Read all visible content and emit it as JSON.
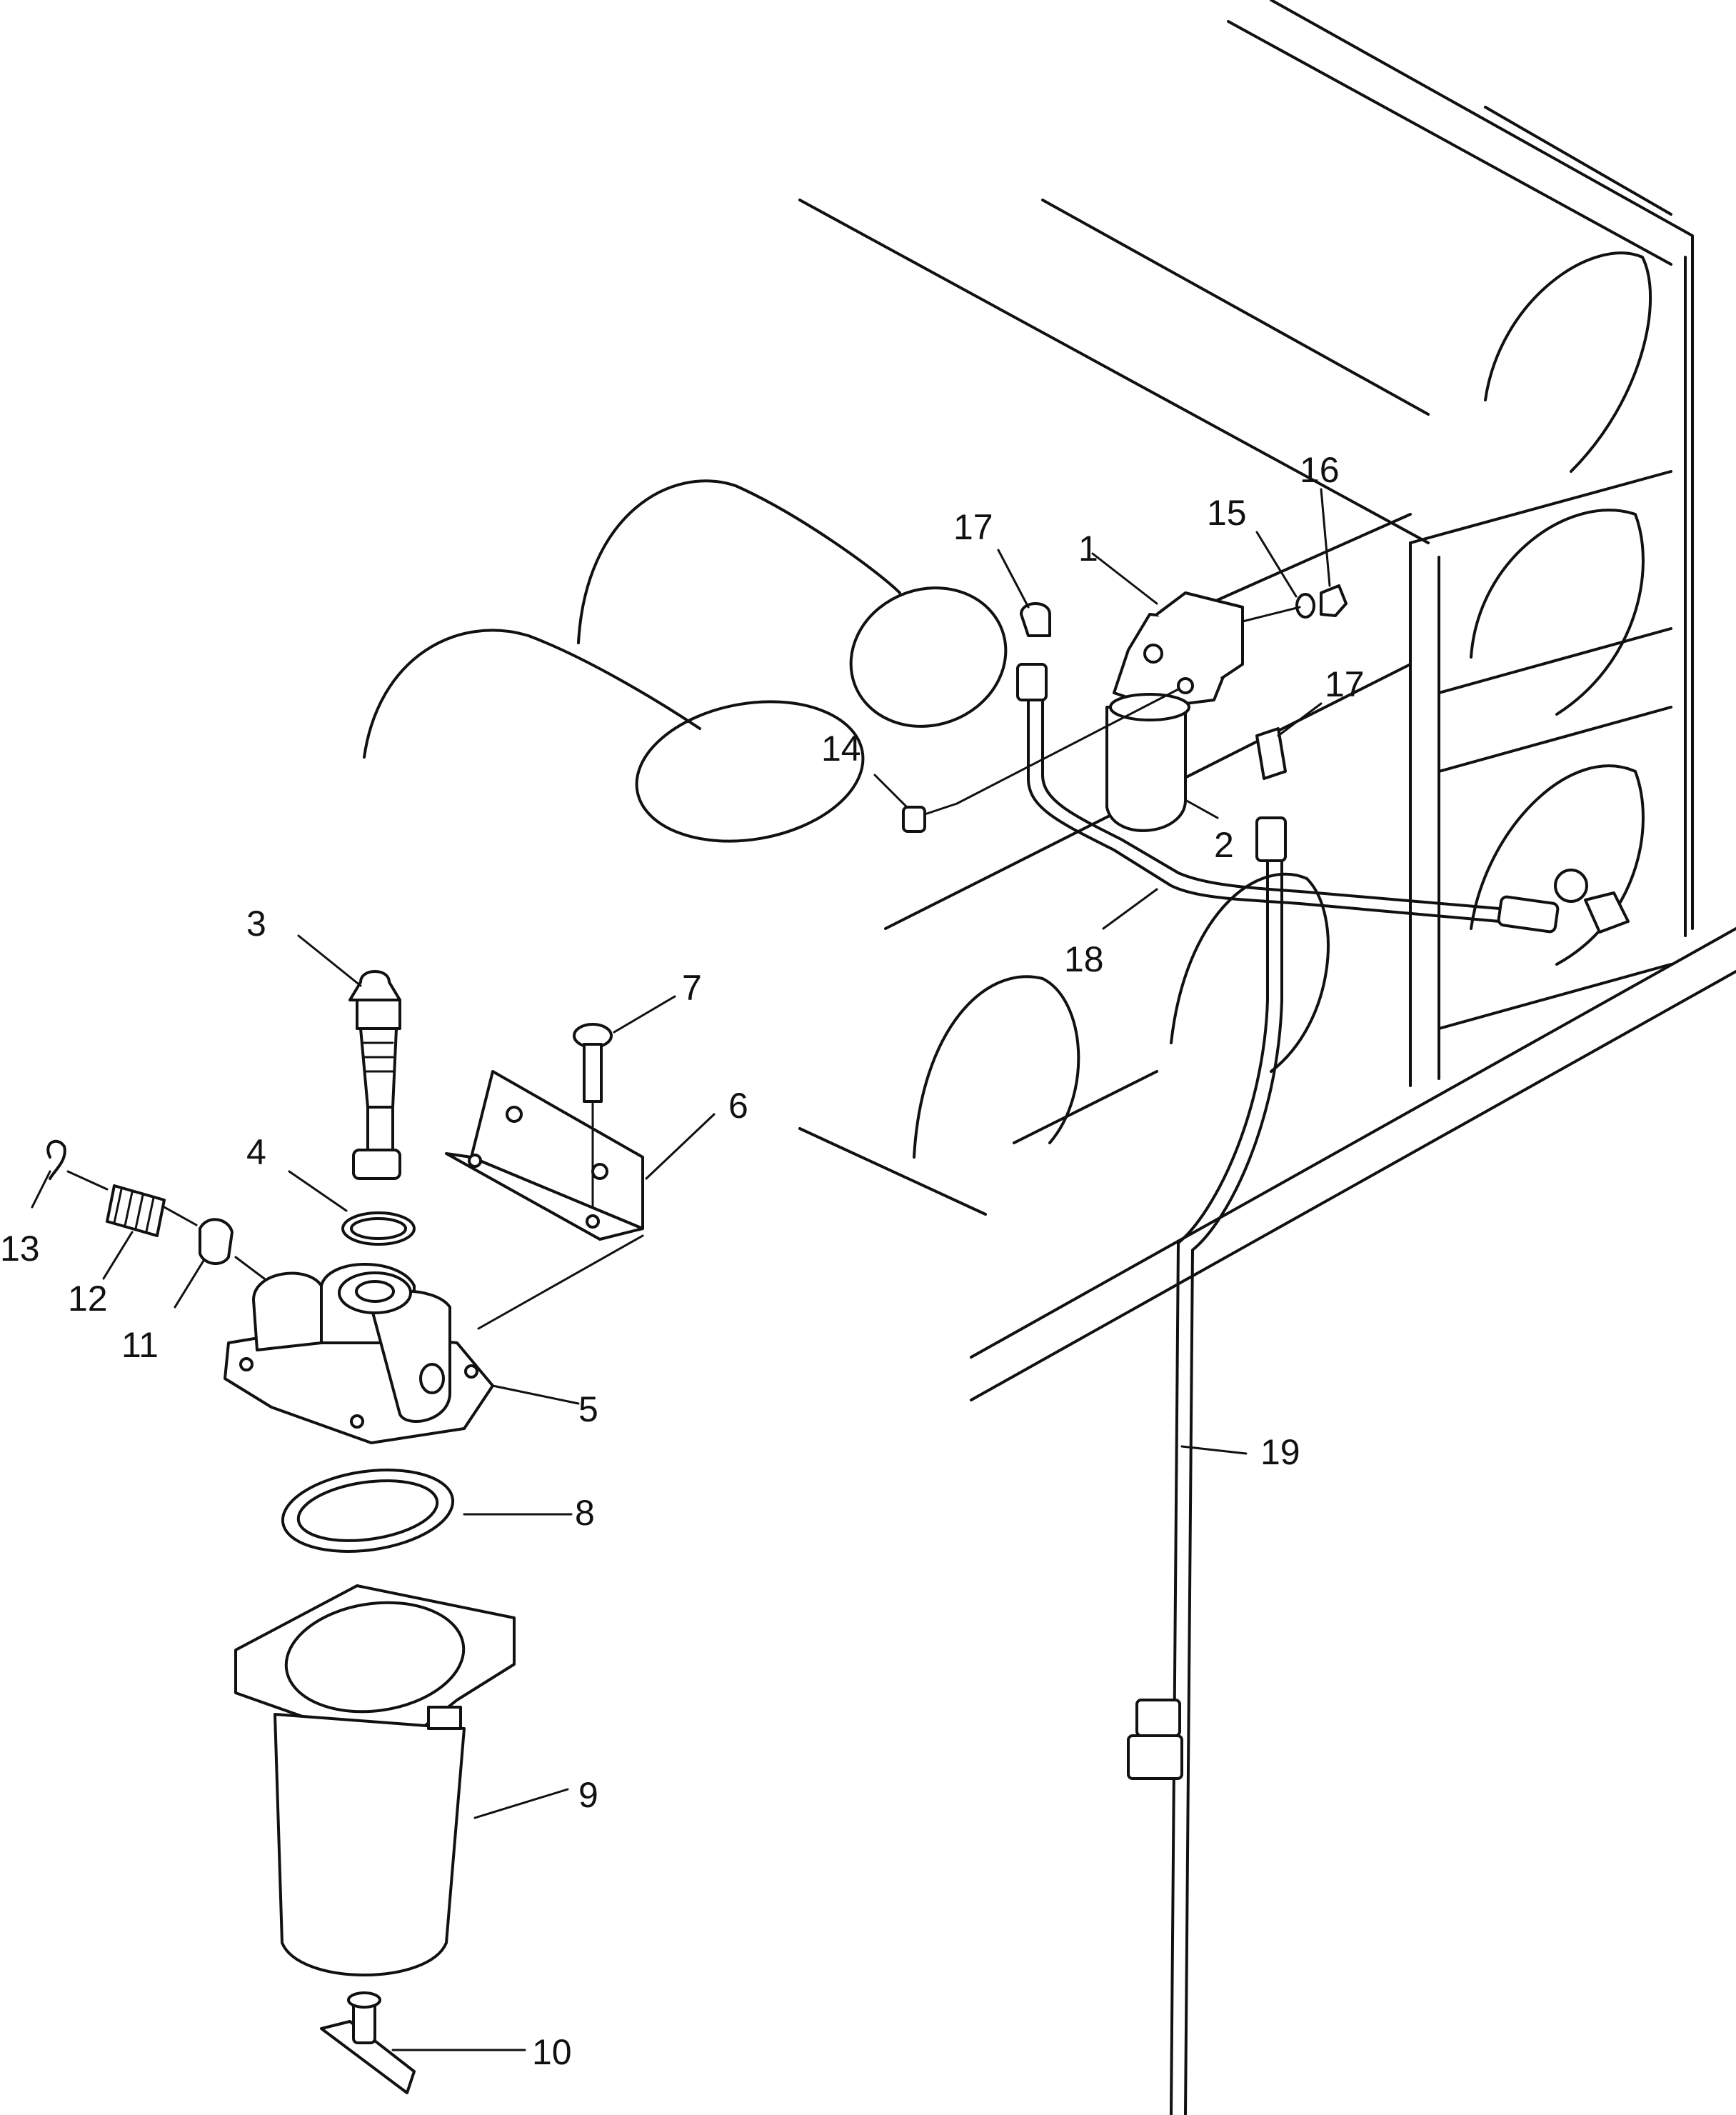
{
  "callouts": [
    "1",
    "2",
    "3",
    "4",
    "5",
    "6",
    "7",
    "8",
    "9",
    "10",
    "11",
    "12",
    "13",
    "14",
    "15",
    "16",
    "17",
    "17",
    "18",
    "19"
  ],
  "colors": {
    "ink": "#111111",
    "background": "#ffffff"
  }
}
